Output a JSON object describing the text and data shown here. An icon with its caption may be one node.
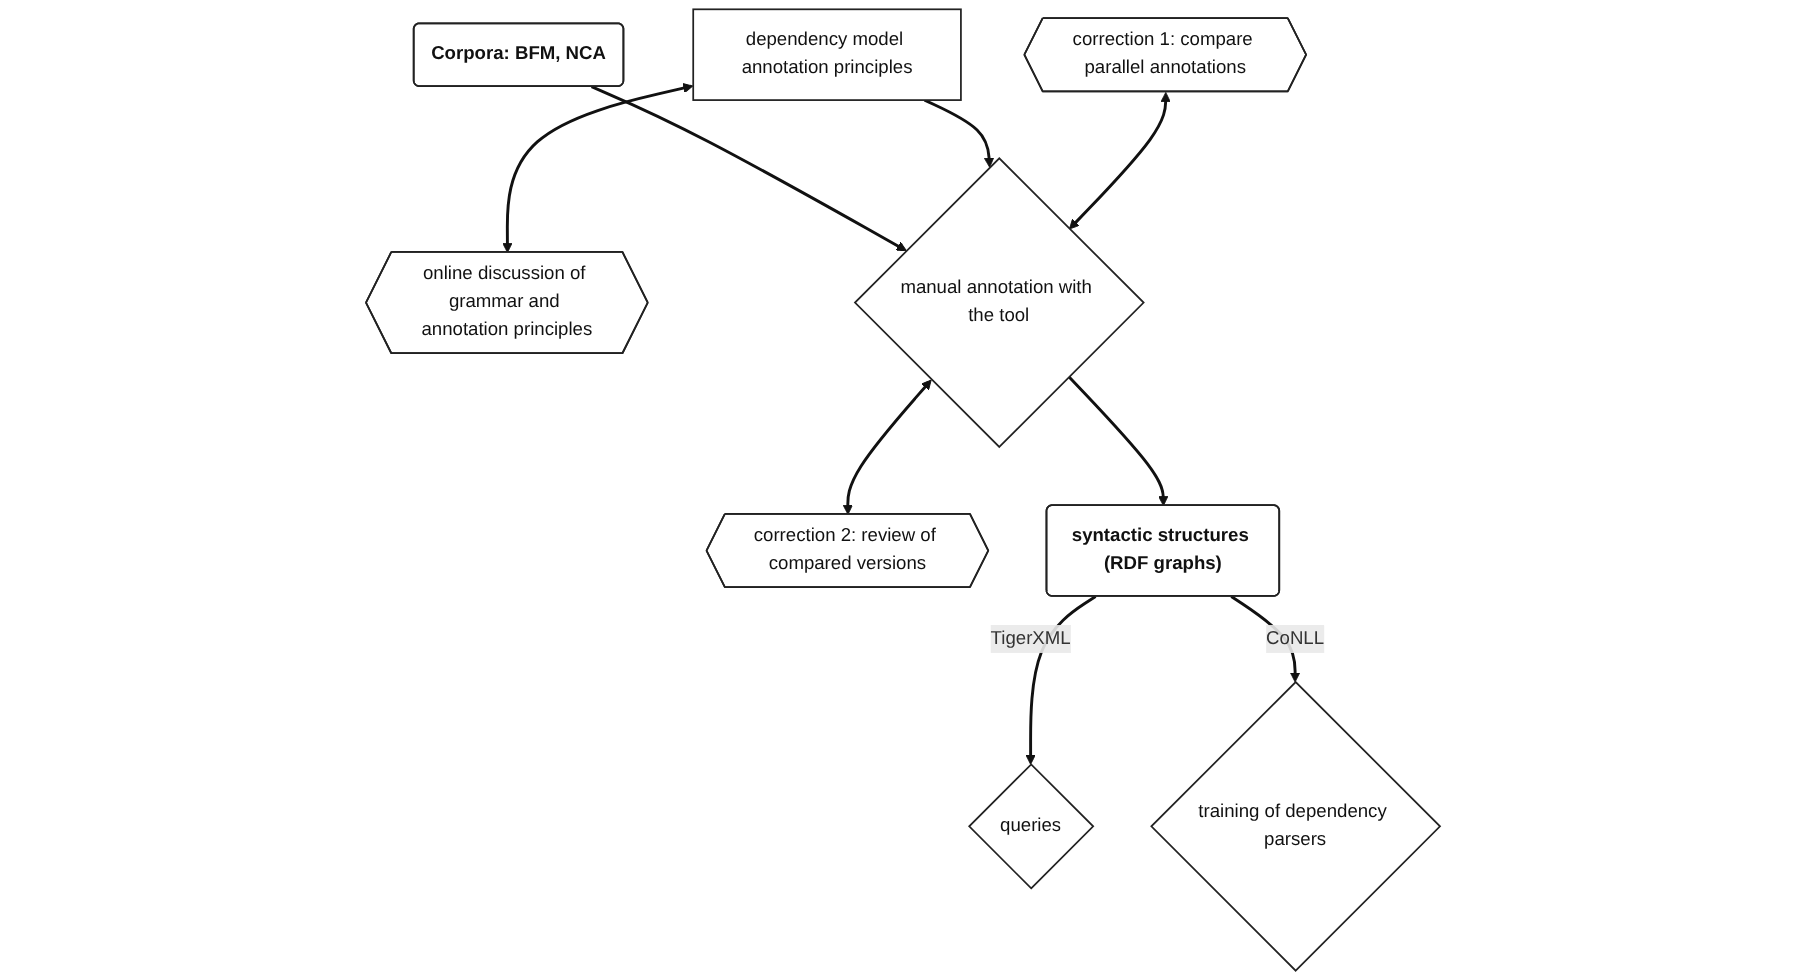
{
  "diagram": {
    "nodes": [
      {
        "text": [
          "Corpora: BFM, NCA"
        ]
      },
      {
        "text": [
          "dependency model annotation principles"
        ]
      },
      {
        "text": [
          "online discussion of grammar and annotation principles"
        ]
      },
      {
        "text": [
          "correction 1: compare parallel annotations"
        ]
      },
      {
        "text": [
          "manual annotation with the tool"
        ]
      },
      {
        "text": [
          "correction 2: review of compared versions"
        ]
      },
      {
        "text": [
          "queries"
        ]
      },
      {
        "text": [
          "syntactic structures (RDF graphs)"
        ]
      },
      {
        "text": [
          "training of dependency parsers"
        ]
      }
    ],
    "edges": [
      {
        "from": 0,
        "to": 4,
        "arrow": "to"
      },
      {
        "from": 1,
        "to": 2,
        "arrow": "both"
      },
      {
        "from": 1,
        "to": 4,
        "arrow": "to"
      },
      {
        "from": 3,
        "to": 4,
        "arrow": "both"
      },
      {
        "from": 4,
        "to": 5,
        "arrow": "both"
      },
      {
        "from": 4,
        "to": 7,
        "arrow": "to"
      },
      {
        "from": 7,
        "to": 6,
        "label": "TigerXML",
        "arrow": "to"
      },
      {
        "from": 7,
        "to": 8,
        "label": "CoNLL",
        "arrow": "to"
      }
    ]
  }
}
